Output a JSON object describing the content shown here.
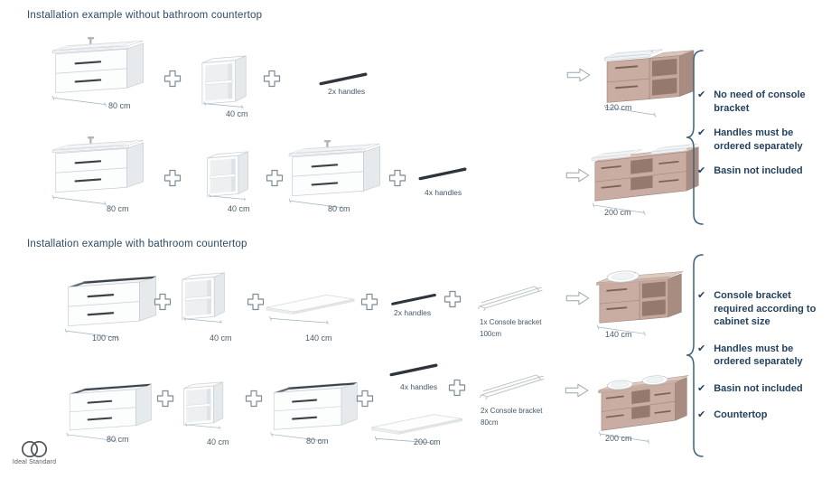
{
  "colors": {
    "text_navy": "#2c4a67",
    "note_navy": "#24425f",
    "dim_gray": "#4b5b6a",
    "unit_tan": "#c9ada2",
    "unit_tan_dark": "#a88c81",
    "cabinet_white": "#fcfdfd",
    "handle_dark": "#2e3439"
  },
  "icons": {
    "check": "✔"
  },
  "section1": {
    "title": "Installation example without bathroom countertop",
    "row1": {
      "cabinet1": "80 cm",
      "cube": "40 cm",
      "handles": "2x handles",
      "result": "120 cm"
    },
    "row2": {
      "cabinet1": "80 cm",
      "cube": "40 cm",
      "cabinet2": "80 cm",
      "handles": "4x handles",
      "result": "200 cm"
    },
    "notes": [
      "No need of console bracket",
      "Handles must be ordered separately",
      "Basin not included"
    ]
  },
  "section2": {
    "title": "Installation example with bathroom countertop",
    "row1": {
      "cabinet1": "100 cm",
      "cube": "40 cm",
      "countertop": "140 cm",
      "handles": "2x handles",
      "bracket_line1": "1x Console bracket",
      "bracket_line2": "100cm",
      "result": "140 cm"
    },
    "row2": {
      "cabinet1": "80 cm",
      "cube": "40 cm",
      "cabinet2": "80 cm",
      "handles": "4x handles",
      "countertop": "200 cm",
      "bracket_line1": "2x Console bracket",
      "bracket_line2": "80cm",
      "result": "200 cm"
    },
    "notes": [
      "Console bracket required according to cabinet size",
      "Handles must be ordered separately",
      "Basin not included",
      "Countertop"
    ]
  },
  "footer": {
    "brand": "Ideal Standard"
  }
}
